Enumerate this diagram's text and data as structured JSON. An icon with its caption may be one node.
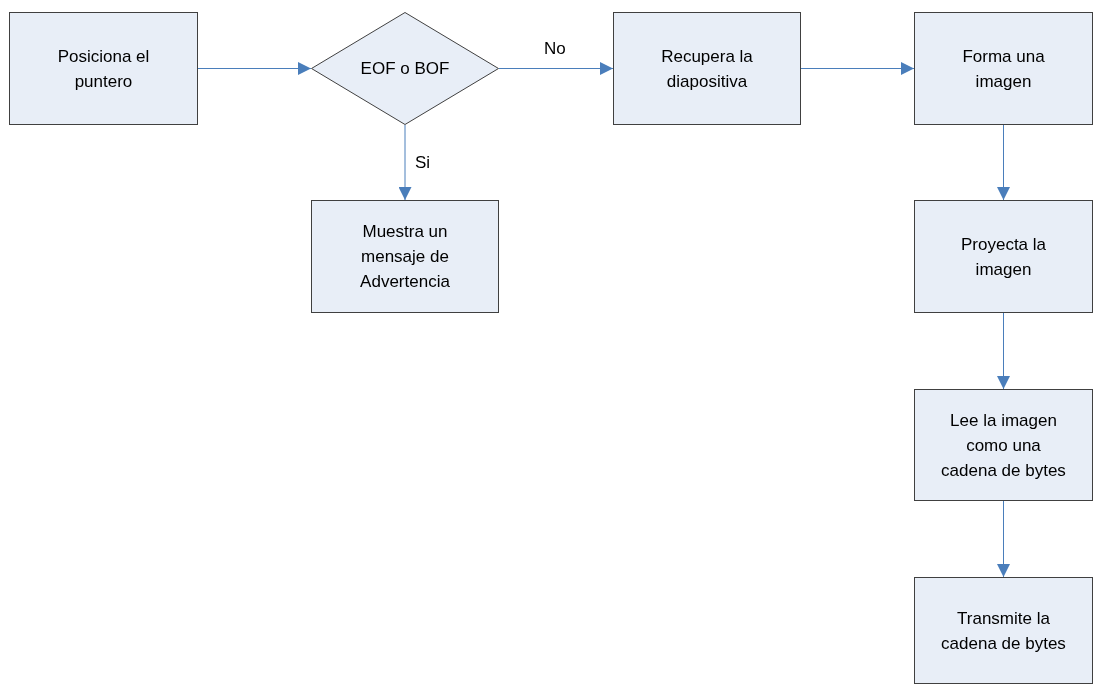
{
  "diagram": {
    "nodes": [
      {
        "text": [
          "Posiciona el puntero"
        ]
      },
      {
        "text": [
          "EOF o BOF"
        ]
      },
      {
        "text": [
          "Recupera la diapositiva"
        ]
      },
      {
        "text": [
          "Forma una imagen"
        ]
      },
      {
        "text": [
          "Muestra un mensaje de Advertencia"
        ]
      },
      {
        "text": [
          "Proyecta la imagen"
        ]
      },
      {
        "text": [
          "Lee la imagen como una cadena de bytes"
        ]
      },
      {
        "text": [
          "Transmite la cadena de bytes"
        ]
      }
    ],
    "edges": [
      {
        "from": 0,
        "to": 1,
        "arrow": "to"
      },
      {
        "from": 1,
        "to": 2,
        "arrow": "to",
        "label": "No"
      },
      {
        "from": 1,
        "to": 4,
        "arrow": "to",
        "label": "Si"
      },
      {
        "from": 2,
        "to": 3,
        "arrow": "to"
      },
      {
        "from": 3,
        "to": 5,
        "arrow": "to"
      },
      {
        "from": 5,
        "to": 6,
        "arrow": "to"
      },
      {
        "from": 6,
        "to": 7,
        "arrow": "to"
      }
    ]
  }
}
